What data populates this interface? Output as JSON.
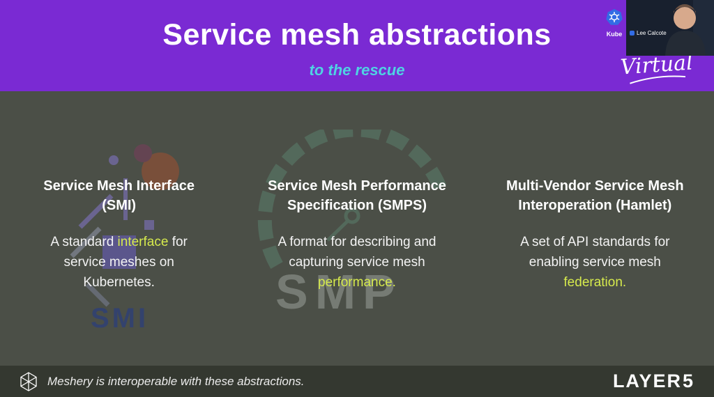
{
  "slide": {
    "title": "Service mesh abstractions",
    "subtitle": "to the rescue"
  },
  "event": {
    "kube_label": "Kube",
    "script_text": "Virtual"
  },
  "webcam": {
    "name": "Lee Calcote"
  },
  "columns": [
    {
      "heading": "Service Mesh Interface (SMI)",
      "body_before": "A standard ",
      "body_highlight": "interface",
      "body_after": " for service meshes on Kubernetes.",
      "watermark": "SMI"
    },
    {
      "heading": "Service Mesh Performance Specification (SMPS)",
      "body_before": "A format for describing and capturing service mesh ",
      "body_highlight": "performance.",
      "body_after": "",
      "watermark": "SMP"
    },
    {
      "heading": "Multi-Vendor Service Mesh Interoperation (Hamlet)",
      "body_before": "A set of API standards for enabling service mesh ",
      "body_highlight": "federation.",
      "body_after": ""
    }
  ],
  "footer": {
    "tagline": "Meshery is interoperable with these abstractions.",
    "brand_left": "LAYER",
    "brand_right": "5"
  },
  "colors": {
    "header_purple": "#7a2ad3",
    "subtitle_teal": "#4fd3e3",
    "highlight_yellow": "#d6ea4d",
    "kubernetes_blue": "#326ce5",
    "body_background": "#4b4f47",
    "footer_background": "#343830"
  }
}
